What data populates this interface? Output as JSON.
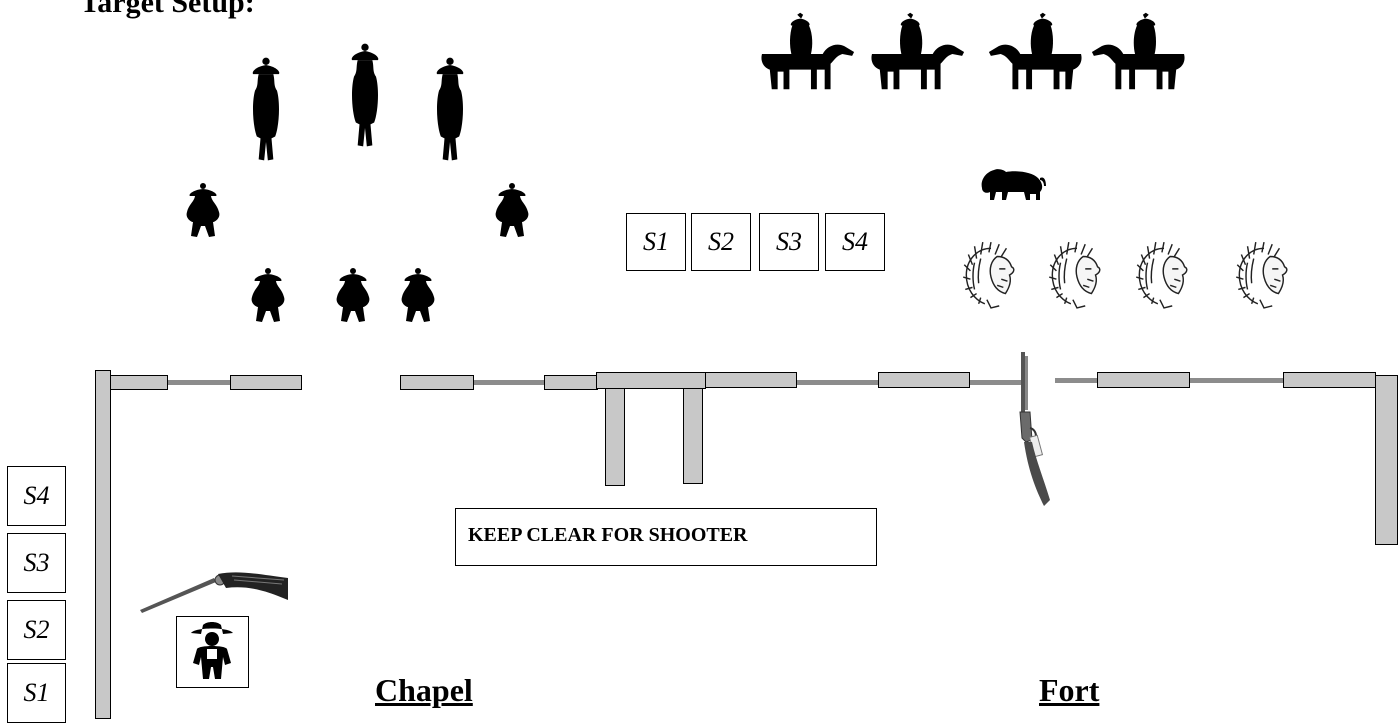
{
  "title": "Target Setup:",
  "top_stations": [
    "S1",
    "S2",
    "S3",
    "S4"
  ],
  "side_stations": [
    "S4",
    "S3",
    "S2",
    "S1"
  ],
  "keep_clear": "KEEP CLEAR FOR SHOOTER",
  "labels": {
    "chapel": "Chapel",
    "fort": "Fort"
  },
  "icons": {
    "tall_bandit": "bandit-silhouette-icon",
    "short_bandit": "short-bandit-silhouette-icon",
    "horse_rider": "horse-rider-icon",
    "buffalo": "buffalo-icon",
    "chief": "indian-chief-head-icon",
    "rifle": "rifle-icon",
    "shotgun": "shotgun-icon",
    "cowboy": "cowboy-icon"
  },
  "colors": {
    "wall_fill": "#c8c8c8",
    "rail": "#8c8c8c",
    "silhouette": "#000000"
  }
}
